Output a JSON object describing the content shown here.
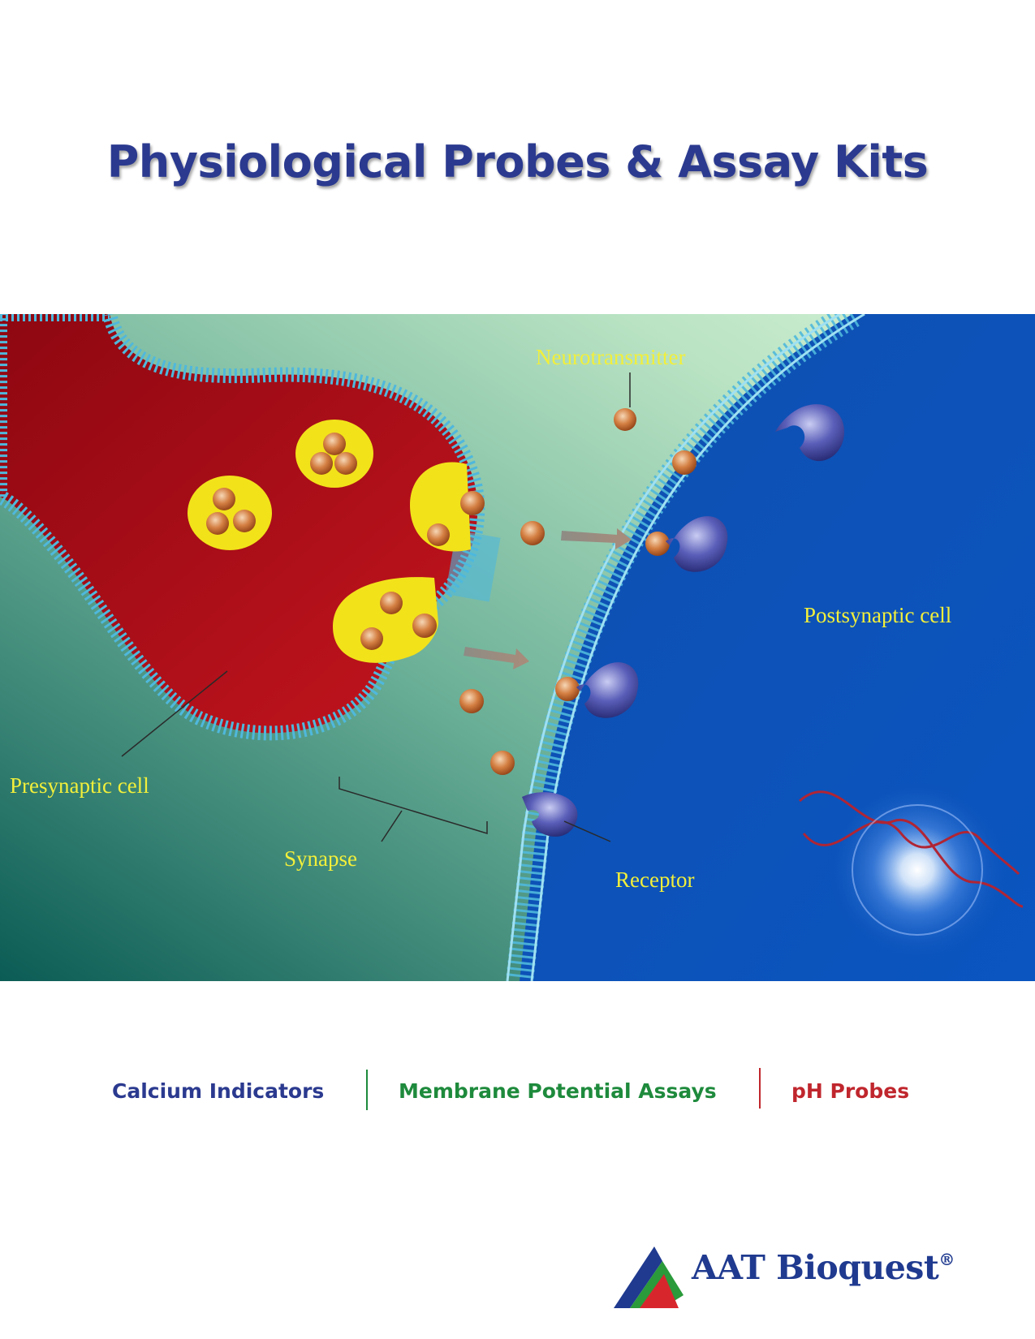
{
  "title": "Physiological Probes & Assay Kits",
  "illustration": {
    "labels": {
      "neurotransmitter": "Neurotransmitter",
      "postsynaptic": "Postsynaptic cell",
      "presynaptic": "Presynaptic cell",
      "synapse": "Synapse",
      "receptor": "Receptor"
    },
    "colors": {
      "presynaptic_cell": "#b5101a",
      "postsynaptic_cell": "#1057b8",
      "vesicle": "#f2e21a",
      "neurotransmitter": "#c8642c",
      "receptor": "#3a3f9a",
      "membrane": "#4fb8dc",
      "label_text": "#f2ef3a"
    }
  },
  "categories": [
    {
      "label": "Calcium Indicators",
      "color": "#2b3a8f"
    },
    {
      "label": "Membrane Potential Assays",
      "color": "#1e8a3c"
    },
    {
      "label": "pH Probes",
      "color": "#c0262d"
    }
  ],
  "separators": [
    "#1e8a3c",
    "#c0262d"
  ],
  "brand": {
    "name": "AAT Bioquest",
    "mark": "®",
    "icon": "triangle-logo-icon"
  }
}
